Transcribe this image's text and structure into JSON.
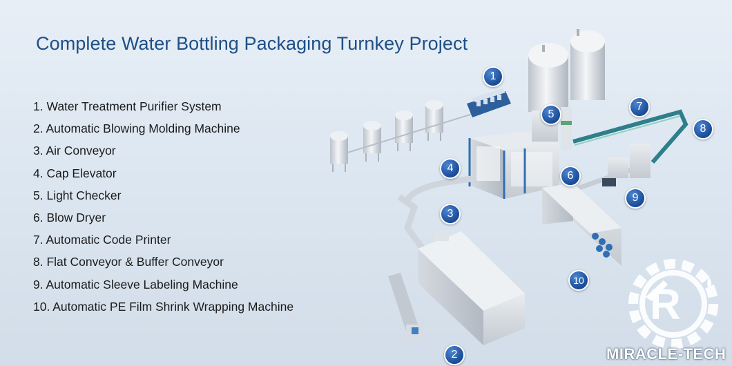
{
  "title": "Complete Water Bottling Packaging Turnkey Project",
  "items": [
    "1. Water Treatment Purifier System",
    "2. Automatic Blowing Molding Machine",
    "3. Air Conveyor",
    "4. Cap Elevator",
    "5. Light Checker",
    "6. Blow Dryer",
    "7. Automatic Code Printer",
    "8. Flat Conveyor & Buffer Conveyor",
    "9. Automatic Sleeve Labeling Machine",
    "10. Automatic PE Film Shrink Wrapping Machine"
  ],
  "badges": [
    "1",
    "2",
    "3",
    "4",
    "5",
    "6",
    "7",
    "8",
    "9",
    "10"
  ],
  "brand": "MIRACLE-TECH",
  "colors": {
    "title": "#1e4f86",
    "badge": "#1c4f9c",
    "machine": "#c9ced4",
    "conveyor_accent": "#2f7f8a"
  }
}
